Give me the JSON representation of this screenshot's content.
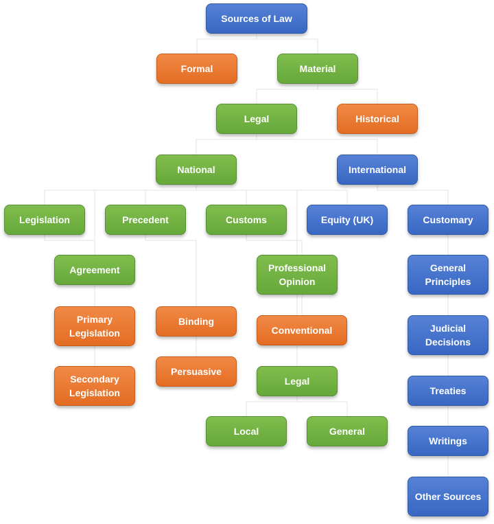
{
  "diagram": {
    "colors": {
      "blue": "#3f6fca",
      "orange": "#e8752f",
      "green": "#6fb042"
    },
    "nodes": [
      {
        "id": "sources-of-law",
        "label": "Sources of Law",
        "color": "blue"
      },
      {
        "id": "formal",
        "label": "Formal",
        "color": "orange"
      },
      {
        "id": "material",
        "label": "Material",
        "color": "green"
      },
      {
        "id": "legal-top",
        "label": "Legal",
        "color": "green"
      },
      {
        "id": "historical",
        "label": "Historical",
        "color": "orange"
      },
      {
        "id": "national",
        "label": "National",
        "color": "green"
      },
      {
        "id": "international",
        "label": "International",
        "color": "blue"
      },
      {
        "id": "legislation",
        "label": "Legislation",
        "color": "green"
      },
      {
        "id": "precedent",
        "label": "Precedent",
        "color": "green"
      },
      {
        "id": "customs",
        "label": "Customs",
        "color": "green"
      },
      {
        "id": "equity-uk",
        "label": "Equity (UK)",
        "color": "blue"
      },
      {
        "id": "customary",
        "label": "Customary",
        "color": "blue"
      },
      {
        "id": "agreement",
        "label": "Agreement",
        "color": "green"
      },
      {
        "id": "professional-opinion",
        "label": "Professional Opinion",
        "color": "green"
      },
      {
        "id": "general-principles",
        "label": "General Principles",
        "color": "blue"
      },
      {
        "id": "primary-legislation",
        "label": "Primary Legislation",
        "color": "orange"
      },
      {
        "id": "binding",
        "label": "Binding",
        "color": "orange"
      },
      {
        "id": "conventional",
        "label": "Conventional",
        "color": "orange"
      },
      {
        "id": "judicial-decisions",
        "label": "Judicial Decisions",
        "color": "blue"
      },
      {
        "id": "persuasive",
        "label": "Persuasive",
        "color": "orange"
      },
      {
        "id": "secondary-legislation",
        "label": "Secondary Legislation",
        "color": "orange"
      },
      {
        "id": "legal-customs",
        "label": "Legal",
        "color": "green"
      },
      {
        "id": "treaties",
        "label": "Treaties",
        "color": "blue"
      },
      {
        "id": "local",
        "label": "Local",
        "color": "green"
      },
      {
        "id": "general",
        "label": "General",
        "color": "green"
      },
      {
        "id": "writings",
        "label": "Writings",
        "color": "blue"
      },
      {
        "id": "other-sources",
        "label": "Other Sources",
        "color": "blue"
      }
    ],
    "edges": [
      [
        "sources-of-law",
        "formal"
      ],
      [
        "sources-of-law",
        "material"
      ],
      [
        "material",
        "legal-top"
      ],
      [
        "material",
        "historical"
      ],
      [
        "legal-top",
        "national"
      ],
      [
        "legal-top",
        "international"
      ],
      [
        "national",
        "legislation"
      ],
      [
        "national",
        "precedent"
      ],
      [
        "national",
        "customs"
      ],
      [
        "national",
        "equity-uk"
      ],
      [
        "national",
        "agreement"
      ],
      [
        "national",
        "professional-opinion"
      ],
      [
        "international",
        "customary"
      ],
      [
        "international",
        "general-principles"
      ],
      [
        "international",
        "judicial-decisions"
      ],
      [
        "international",
        "treaties"
      ],
      [
        "international",
        "writings"
      ],
      [
        "international",
        "other-sources"
      ],
      [
        "legislation",
        "primary-legislation"
      ],
      [
        "legislation",
        "secondary-legislation"
      ],
      [
        "precedent",
        "binding"
      ],
      [
        "precedent",
        "persuasive"
      ],
      [
        "customs",
        "conventional"
      ],
      [
        "customs",
        "legal-customs"
      ],
      [
        "legal-customs",
        "local"
      ],
      [
        "legal-customs",
        "general"
      ]
    ]
  }
}
